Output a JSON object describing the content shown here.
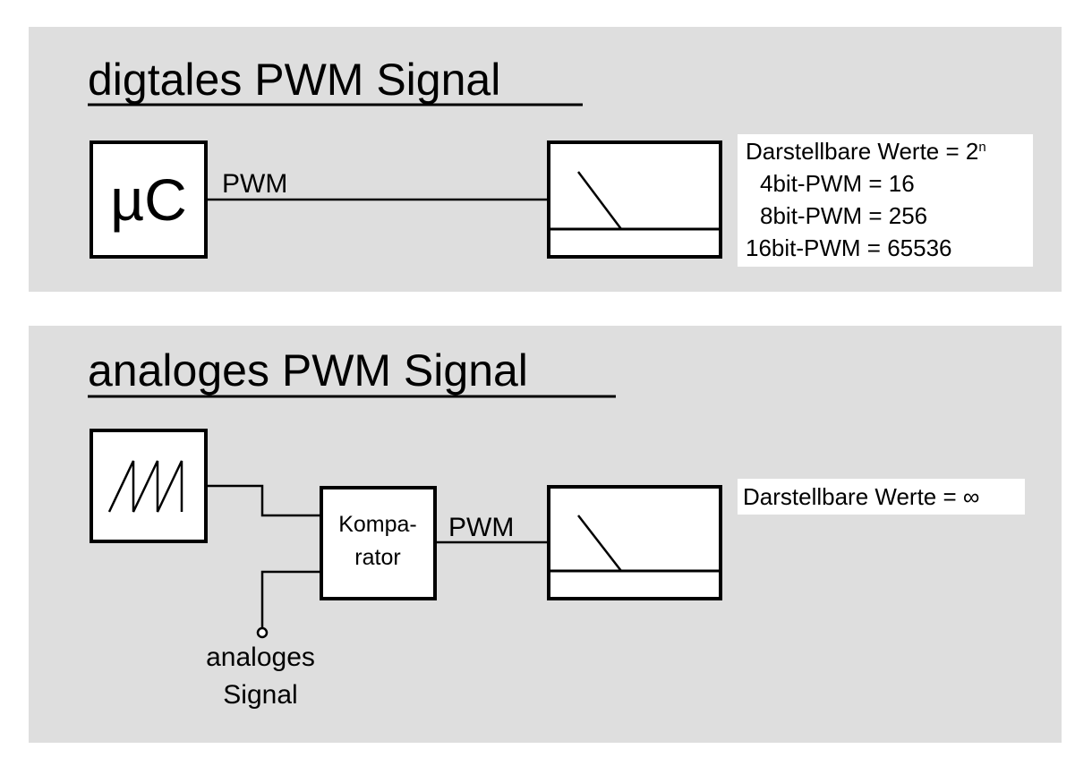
{
  "colors": {
    "panel_background": "#dedede",
    "foreground": "#000000",
    "box_fill": "#ffffff"
  },
  "digital": {
    "title": "digtales PWM Signal",
    "microcontroller_label": "µC",
    "signal_label": "PWM",
    "values_heading": "Darstellbare Werte = 2",
    "values_heading_exponent": "n",
    "values": [
      "4bit-PWM = 16",
      "8bit-PWM = 256",
      "16bit-PWM = 65536"
    ]
  },
  "analog": {
    "title": "analoges PWM Signal",
    "comparator_label_line1": "Kompa-",
    "comparator_label_line2": "rator",
    "signal_label": "PWM",
    "input_label_line1": "analoges",
    "input_label_line2": "Signal",
    "values_heading": "Darstellbare Werte = ∞"
  }
}
